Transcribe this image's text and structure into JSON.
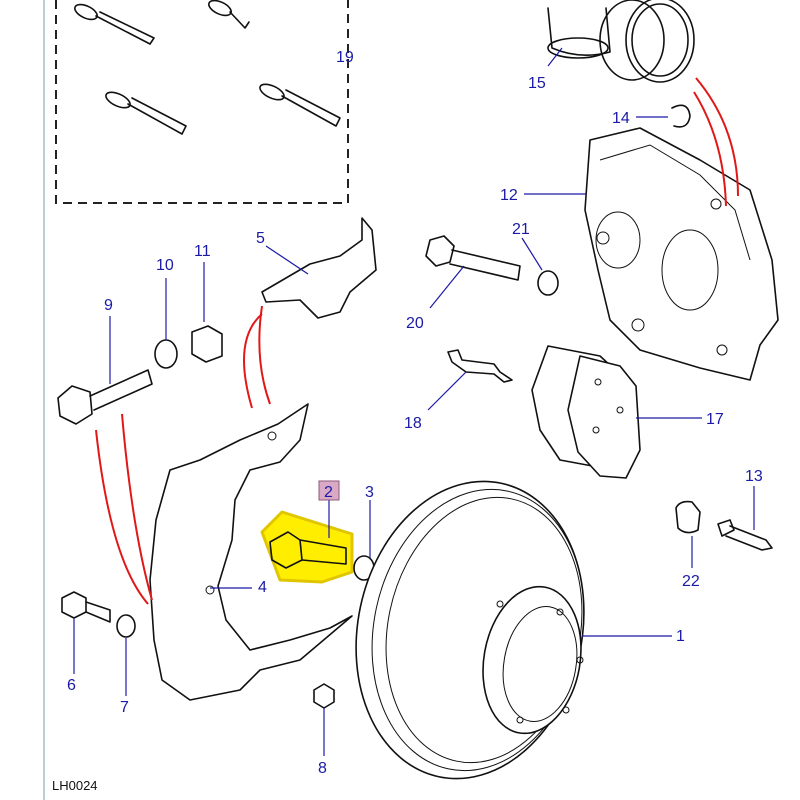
{
  "diagram_id": "LH0024",
  "highlight_color": "#ffee00",
  "callout_color": "#1a1aa6",
  "guide_line_color": "#e01818",
  "parts": [
    {
      "id": "p1",
      "label": "1"
    },
    {
      "id": "p2",
      "label": "2",
      "highlighted": true
    },
    {
      "id": "p3",
      "label": "3"
    },
    {
      "id": "p4",
      "label": "4"
    },
    {
      "id": "p5",
      "label": "5"
    },
    {
      "id": "p6",
      "label": "6"
    },
    {
      "id": "p7",
      "label": "7"
    },
    {
      "id": "p8",
      "label": "8"
    },
    {
      "id": "p9",
      "label": "9"
    },
    {
      "id": "p10",
      "label": "10"
    },
    {
      "id": "p11",
      "label": "11"
    },
    {
      "id": "p12",
      "label": "12"
    },
    {
      "id": "p13",
      "label": "13"
    },
    {
      "id": "p14",
      "label": "14"
    },
    {
      "id": "p15",
      "label": "15"
    },
    {
      "id": "p17",
      "label": "17"
    },
    {
      "id": "p18",
      "label": "18"
    },
    {
      "id": "p19",
      "label": "19"
    },
    {
      "id": "p20",
      "label": "20"
    },
    {
      "id": "p21",
      "label": "21"
    },
    {
      "id": "p22",
      "label": "22"
    }
  ]
}
